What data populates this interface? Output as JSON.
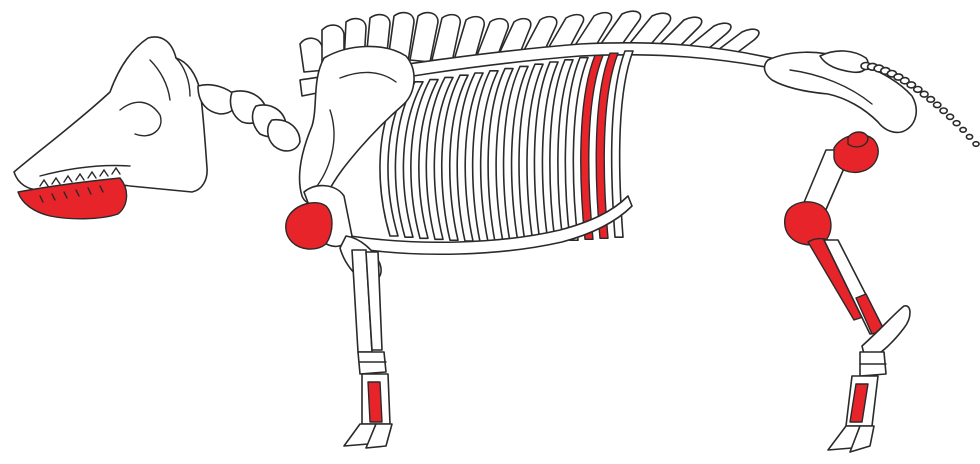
{
  "colors": {
    "background": "#ffffff",
    "bone": "#ffffff",
    "outline": "#2a2a2a",
    "highlight": "#e8242b"
  },
  "highlighted_bones": [
    "mandible",
    "ribs",
    "forelimb-elbow",
    "forelimb-metacarpal",
    "hindlimb-tibia-head",
    "hindlimb-knee",
    "hindlimb-tibia-fibula",
    "hindlimb-metatarsal"
  ]
}
